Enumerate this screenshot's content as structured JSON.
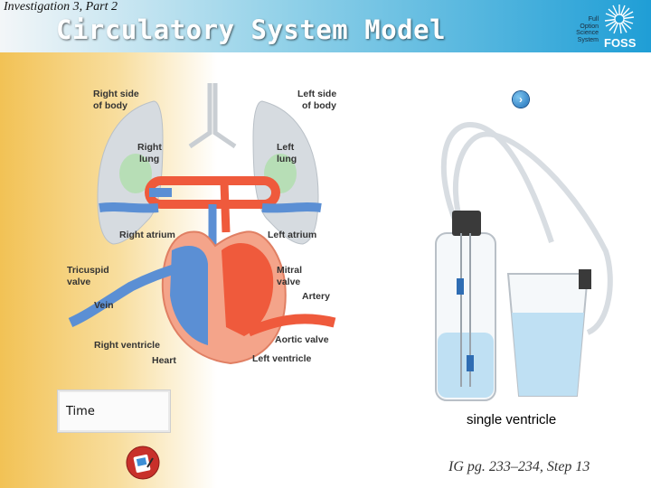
{
  "header": {
    "subtitle": "Investigation 3, Part 2",
    "title": "Circulatory System Model",
    "brand_lines": [
      "Full",
      "Option",
      "Science",
      "System"
    ],
    "brand": "FOSS",
    "logo_icon": "foss-sunburst-icon"
  },
  "diagram": {
    "labels": {
      "right_side": [
        "Right side",
        "of body"
      ],
      "left_side": [
        "Left side",
        "of body"
      ],
      "right_lung": [
        "Right",
        "lung"
      ],
      "left_lung": [
        "Left",
        "lung"
      ],
      "right_atrium": "Right atrium",
      "left_atrium": "Left atrium",
      "tricuspid": [
        "Tricuspid",
        "valve"
      ],
      "mitral": [
        "Mitral",
        "valve"
      ],
      "artery": "Artery",
      "vein": "Vein",
      "aortic_valve": "Aortic valve",
      "right_ventricle": "Right ventricle",
      "left_ventricle": "Left ventricle",
      "heart": "Heart"
    },
    "colors": {
      "oxygen_poor": "#5b8fd4",
      "oxygen_rich": "#ef5a3c"
    }
  },
  "timer": {
    "label": "Time"
  },
  "nav": {
    "icon": "next-arrow-icon"
  },
  "model": {
    "caption": "single ventricle"
  },
  "reference": "IG pg. 233–234, Step 13",
  "notebook": {
    "icon": "notebook-icon"
  }
}
